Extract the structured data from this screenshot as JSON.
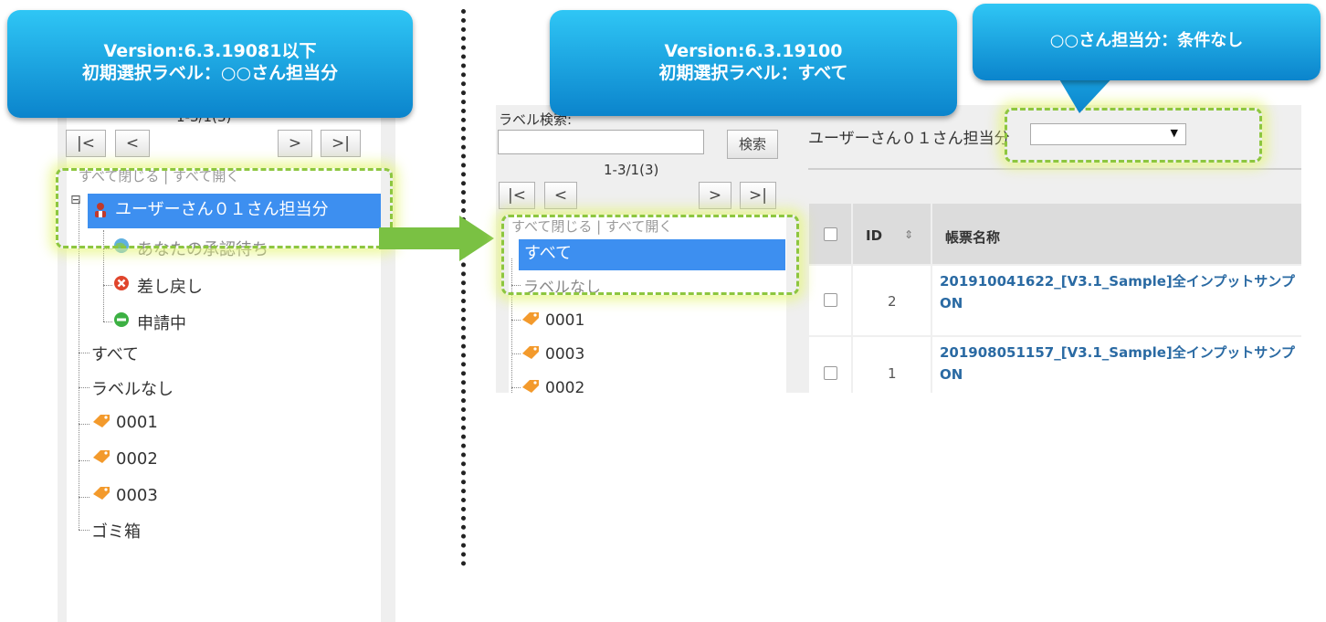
{
  "left_callout": {
    "line1": "Version:6.3.19081以下",
    "line2": "初期選択ラベル：○○さん担当分"
  },
  "center_callout": {
    "line1": "Version:6.3.19100",
    "line2": "初期選択ラベル：すべて"
  },
  "right_callout": {
    "text": "○○さん担当分：条件なし"
  },
  "left_panel": {
    "pager_count": "1-3/1(3)",
    "nav_first": "|<",
    "nav_prev": "<",
    "nav_next": ">",
    "nav_last": ">|",
    "collapse_all": "すべて閉じる",
    "separator": "|",
    "expand_all": "すべて開く",
    "expand_toggle": "⊟",
    "selected_item": "ユーザーさん０１さん担当分",
    "children": [
      "あなたの承認待ち",
      "差し戻し",
      "申請中"
    ],
    "items": [
      "すべて",
      "ラベルなし",
      "0001",
      "0002",
      "0003",
      "ゴミ箱"
    ]
  },
  "right_panel": {
    "label_search": "ラベル検索:",
    "search_value": "",
    "search_button": "検索",
    "pager_count": "1-3/1(3)",
    "nav_first": "|<",
    "nav_prev": "<",
    "nav_next": ">",
    "nav_last": ">|",
    "collapse_all": "すべて閉じる",
    "separator": "|",
    "expand_all": "すべて開く",
    "selected_item": "すべて",
    "items": [
      "ラベルなし",
      "0001",
      "0003",
      "0002"
    ],
    "filter_label": "ユーザーさん０１さん担当分",
    "filter_value": "",
    "dropdown_arrow": "▼",
    "table": {
      "col_id": "ID",
      "sort_icon": "⇕",
      "col_name": "帳票名称",
      "rows": [
        {
          "id": "2",
          "name_line1": "201910041622_[V3.1_Sample]全インプットサンプ",
          "name_line2": "ON"
        },
        {
          "id": "1",
          "name_line1": "201908051157_[V3.1_Sample]全インプットサンプ",
          "name_line2": "ON"
        }
      ]
    }
  },
  "colors": {
    "callout_top": "#2fc6f5",
    "callout_bottom": "#0b84cc",
    "highlight_dash": "#8dc63f",
    "selected_bg": "#3d8ff0",
    "arrow": "#7ac143",
    "link_blue": "#2a6aa3"
  }
}
